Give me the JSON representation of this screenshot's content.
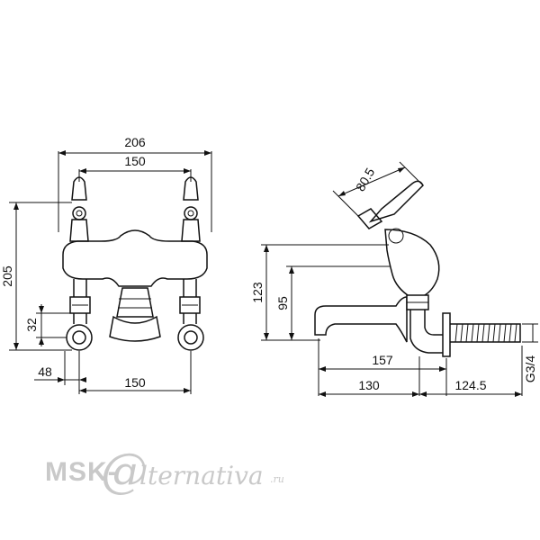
{
  "front_view": {
    "dim_top_width": "206",
    "dim_handle_spacing": "150",
    "dim_height": "205",
    "dim_inlet_offset": "32",
    "dim_side": "48",
    "dim_inlet_spacing": "150"
  },
  "side_view": {
    "dim_handle_angle": "80.5",
    "dim_height_total": "123",
    "dim_height_spout": "95",
    "dim_spout_reach": "157",
    "dim_front_depth": "130",
    "dim_rear_depth": "124.5",
    "dim_thread": "G3/4"
  },
  "watermark": {
    "left": "MSK-",
    "at": "@",
    "right": "lternativa",
    "domain": ".ru"
  }
}
